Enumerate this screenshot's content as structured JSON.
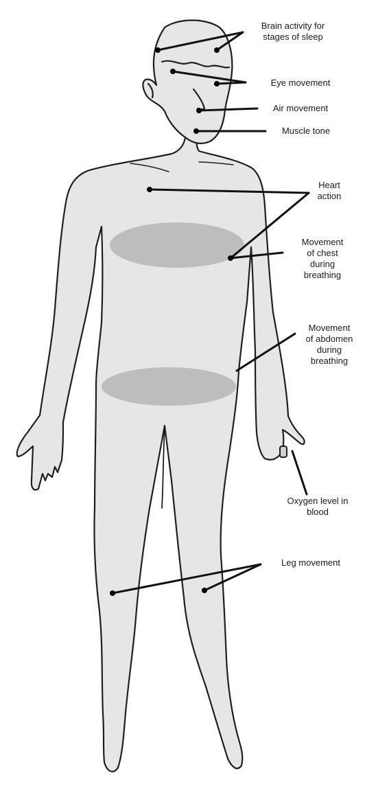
{
  "colors": {
    "body_fill": "#e6e6e6",
    "outline": "#1e1e1e",
    "band_fill": "#bdbdbd",
    "leader": "#111111"
  },
  "labels": {
    "brain": "Brain activity for\nstages of sleep",
    "eye": "Eye movement",
    "air": "Air movement",
    "muscle": "Muscle tone",
    "heart": "Heart\naction",
    "chest": "Movement\nof chest\nduring\nbreathing",
    "abdomen": "Movement\nof abdomen\nduring\nbreathing",
    "oxygen": "Oxygen level in\nblood",
    "leg": "Leg movement"
  }
}
